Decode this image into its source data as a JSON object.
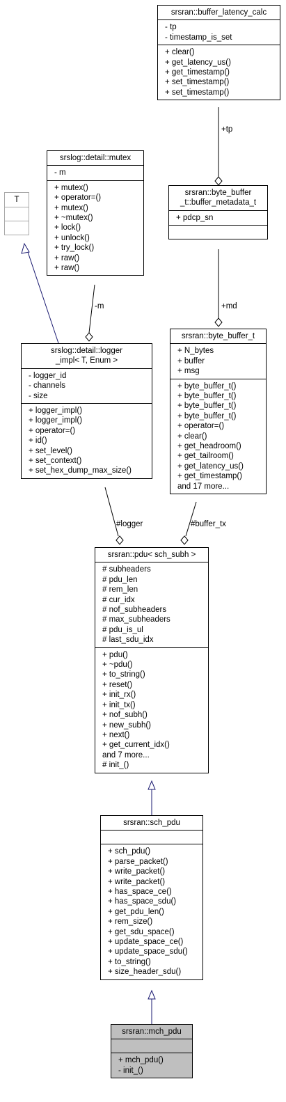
{
  "classes": {
    "buffer_latency_calc": {
      "title": [
        "srsran::buffer_latency_calc"
      ],
      "attributes": [
        "- tp",
        "- timestamp_is_set"
      ],
      "methods": [
        "+ clear()",
        "+ get_latency_us()",
        "+ get_timestamp()",
        "+ set_timestamp()",
        "+ set_timestamp()"
      ]
    },
    "mutex": {
      "title": [
        "srslog::detail::mutex"
      ],
      "attributes": [
        "- m"
      ],
      "methods": [
        "+ mutex()",
        "+ operator=()",
        "+ mutex()",
        "+ ~mutex()",
        "+ lock()",
        "+ unlock()",
        "+ try_lock()",
        "+ raw()",
        "+ raw()"
      ]
    },
    "template_t": {
      "title": [
        "T"
      ],
      "attributes": [],
      "methods": []
    },
    "buffer_metadata_t": {
      "title": [
        "srsran::byte_buffer",
        "_t::buffer_metadata_t"
      ],
      "attributes": [
        "+ pdcp_sn"
      ],
      "methods": []
    },
    "logger_impl": {
      "title": [
        "srslog::detail::logger",
        "_impl< T, Enum >"
      ],
      "attributes": [
        "- logger_id",
        "- channels",
        "- size"
      ],
      "methods": [
        "+ logger_impl()",
        "+ logger_impl()",
        "+ operator=()",
        "+ id()",
        "+ set_level()",
        "+ set_context()",
        "+ set_hex_dump_max_size()"
      ]
    },
    "byte_buffer_t": {
      "title": [
        "srsran::byte_buffer_t"
      ],
      "attributes": [
        "+ N_bytes",
        "+ buffer",
        "+ msg"
      ],
      "methods": [
        "+ byte_buffer_t()",
        "+ byte_buffer_t()",
        "+ byte_buffer_t()",
        "+ byte_buffer_t()",
        "+ operator=()",
        "+ clear()",
        "+ get_headroom()",
        "+ get_tailroom()",
        "+ get_latency_us()",
        "+ get_timestamp()",
        "and 17 more..."
      ]
    },
    "pdu": {
      "title": [
        "srsran::pdu< sch_subh >"
      ],
      "attributes": [
        "# subheaders",
        "# pdu_len",
        "# rem_len",
        "# cur_idx",
        "# nof_subheaders",
        "# max_subheaders",
        "# pdu_is_ul",
        "# last_sdu_idx"
      ],
      "methods": [
        "+ pdu()",
        "+ ~pdu()",
        "+ to_string()",
        "+ reset()",
        "+ init_rx()",
        "+ init_tx()",
        "+ nof_subh()",
        "+ new_subh()",
        "+ next()",
        "+ get_current_idx()",
        "and 7 more...",
        "# init_()"
      ]
    },
    "sch_pdu": {
      "title": [
        "srsran::sch_pdu"
      ],
      "attributes": [],
      "methods": [
        "+ sch_pdu()",
        "+ parse_packet()",
        "+ write_packet()",
        "+ write_packet()",
        "+ has_space_ce()",
        "+ has_space_sdu()",
        "+ get_pdu_len()",
        "+ rem_size()",
        "+ get_sdu_space()",
        "+ update_space_ce()",
        "+ update_space_sdu()",
        "+ to_string()",
        "+ size_header_sdu()"
      ]
    },
    "mch_pdu": {
      "title": [
        "srsran::mch_pdu"
      ],
      "attributes": [],
      "methods": [
        "+ mch_pdu()",
        "- init_()"
      ]
    }
  },
  "edge_labels": {
    "tp": "+tp",
    "md": "+md",
    "m": "-m",
    "logger": "#logger",
    "buffer_tx": "#buffer_tx"
  },
  "colors": {
    "line": "#000000",
    "inheritance": "#191970",
    "highlight_fill": "#bfbfbf",
    "template_border": "#a8a8a8"
  }
}
